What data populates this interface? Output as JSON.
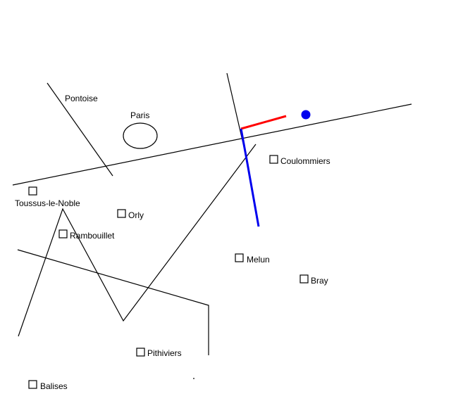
{
  "colors": {
    "line": "#000000",
    "red_segment": "#ff0000",
    "blue_segment": "#0000ee",
    "blue_dot": "#0000ee"
  },
  "labels": {
    "pontoise": "Pontoise",
    "paris": "Paris",
    "coulommiers": "Coulommiers",
    "toussus": "Toussus-le-Noble",
    "orly": "Orly",
    "rambouillet": "Rambouillet",
    "melun": "Melun",
    "bray": "Bray",
    "pithiviers": "Pithiviers",
    "balises": "Balises"
  }
}
